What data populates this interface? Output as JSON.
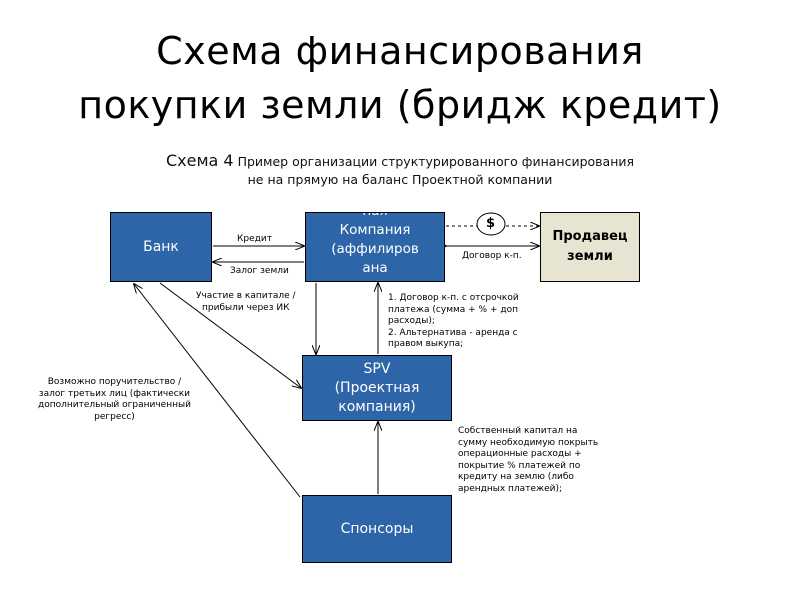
{
  "title": {
    "line1": "Схема финансирования",
    "line2": "покупки земли (бридж кредит)"
  },
  "subtitle": {
    "scheme_label": "Схема 4",
    "line1_rest": " Пример организации структурированного финансирования",
    "line2": "не на прямую на баланс Проектной компании"
  },
  "boxes": {
    "bank": "Банк",
    "project_company": [
      "ная",
      "Компания",
      "(аффилиров",
      "ана"
    ],
    "seller": [
      "Продавец",
      "земли"
    ],
    "spv": [
      "SPV",
      "(Проектная",
      "компания)"
    ],
    "sponsors": "Спонсоры"
  },
  "labels": {
    "credit": "Кредит",
    "land_pledge": "Залог земли",
    "dollar": "$",
    "sale_contract": "Договор к-п.",
    "participation": [
      "Участие в капитале /",
      "прибыли через ИК"
    ],
    "contract_notes": [
      "1. Договор к-п. с отсрочкой",
      "платежа (сумма + % + доп",
      "расходы);",
      "2. Альтернатива - аренда с",
      "правом выкупа;"
    ],
    "guarantee": [
      "Возможно поручительство /",
      "залог третьих лиц (фактически",
      "дополнительный ограниченный",
      "регресс)"
    ],
    "equity": [
      "Собственный капитал на",
      "сумму необходимую покрыть",
      "операционные расходы +",
      "покрытие % платежей по",
      "кредиту на землю (либо",
      "арендных платежей);"
    ]
  },
  "colors": {
    "box_blue": "#2e65a8",
    "box_beige": "#e8e4d2"
  }
}
